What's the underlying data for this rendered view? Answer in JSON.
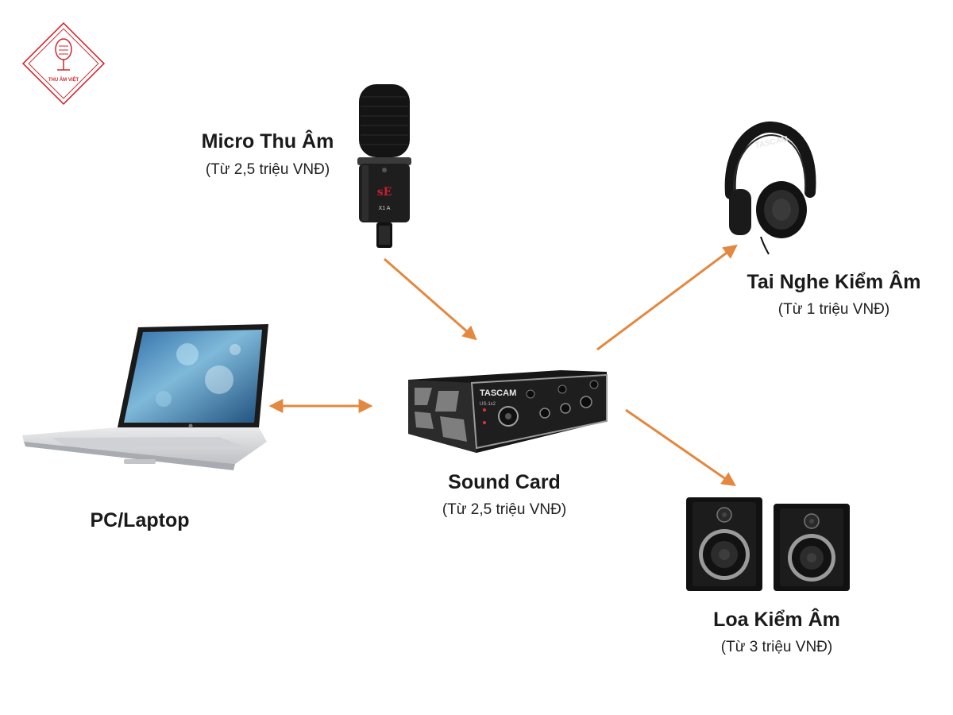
{
  "logo": {
    "text": "THU ÂM VIỆT",
    "brand_color": "#d0282f"
  },
  "nodes": {
    "micro": {
      "title": "Micro Thu Âm",
      "price": "(Từ 2,5 triệu VNĐ)",
      "icon": "condenser-microphone",
      "badge_text": "sE",
      "model_text": "X1 A"
    },
    "headphones": {
      "title": "Tai Nghe Kiểm Âm",
      "price": "(Từ 1 triệu VNĐ)",
      "icon": "studio-headphones",
      "brand_text": "TASCAM"
    },
    "soundcard": {
      "title": "Sound Card",
      "price": "(Từ 2,5 triệu VNĐ)",
      "icon": "audio-interface",
      "brand_text": "TASCAM",
      "model_text": "US-1x2"
    },
    "laptop": {
      "title": "PC/Laptop",
      "icon": "laptop"
    },
    "speakers": {
      "title": "Loa Kiểm Âm",
      "price": "(Từ 3 triệu VNĐ)",
      "icon": "studio-monitor-speakers"
    }
  },
  "connections": [
    {
      "from": "micro",
      "to": "soundcard",
      "direction": "one-way"
    },
    {
      "from": "soundcard",
      "to": "headphones",
      "direction": "one-way"
    },
    {
      "from": "soundcard",
      "to": "speakers",
      "direction": "one-way"
    },
    {
      "from": "laptop",
      "to": "soundcard",
      "direction": "two-way"
    }
  ],
  "colors": {
    "arrow": "#e3883f",
    "text": "#1a1a1a"
  }
}
